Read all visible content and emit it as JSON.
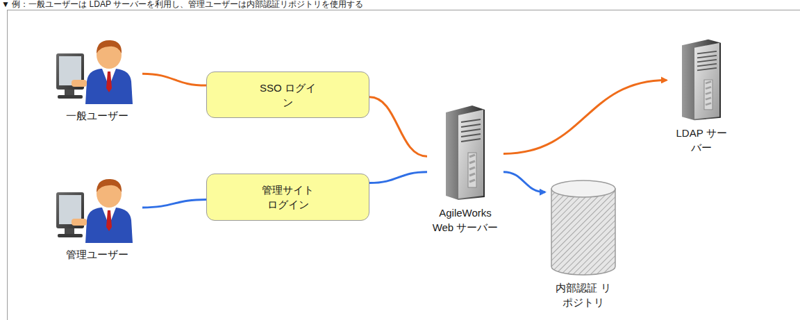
{
  "diagram": {
    "title": "▼ 例：一般ユーザーは LDAP サーバーを利用し、管理ユーザーは内部認証リポジトリを使用する",
    "nodes": [
      {
        "text": [
          "一般ユーザー"
        ]
      },
      {
        "text": [
          "SSO ログイン"
        ]
      },
      {
        "text": [
          "管理ユーザー"
        ]
      },
      {
        "text": [
          "管理サイト ログイン"
        ]
      },
      {
        "text": [
          "AgileWorks Web サーバー"
        ]
      },
      {
        "text": [
          "LDAP サーバー"
        ]
      },
      {
        "text": [
          "内部認証 リポジトリ"
        ]
      }
    ],
    "edges": [
      {
        "from": 0,
        "to": 1,
        "arrow": "none"
      },
      {
        "from": 1,
        "to": 4,
        "arrow": "none"
      },
      {
        "from": 4,
        "to": 5,
        "arrow": "to"
      },
      {
        "from": 2,
        "to": 3,
        "arrow": "none"
      },
      {
        "from": 3,
        "to": 4,
        "arrow": "none"
      },
      {
        "from": 4,
        "to": 6,
        "arrow": "to"
      }
    ]
  }
}
